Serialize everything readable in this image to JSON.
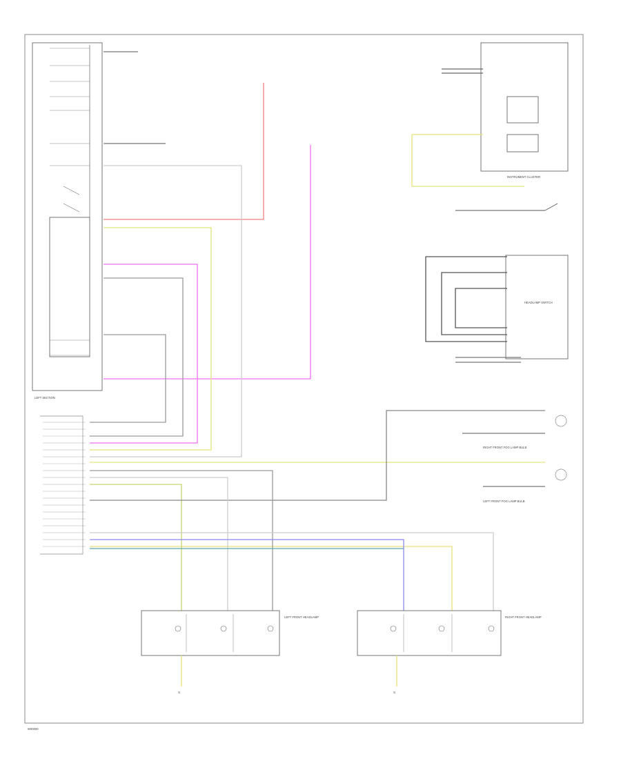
{
  "colors": {
    "red": "#f08080",
    "pink": "#f06ef0",
    "yellow": "#e6e27a",
    "gray": "#999999",
    "lightgray": "#cccccc",
    "blue": "#8a8af0",
    "teal": "#5aa7a7",
    "dark": "#555555",
    "black": "#333333"
  },
  "labels": {
    "left_section": "LEFT SECTION",
    "instrument_cluster": "INSTRUMENT CLUSTER",
    "left_front_headlamp": "LEFT FRONT HEADLAMP",
    "right_front_headlamp": "RIGHT FRONT HEADLAMP",
    "headlamp_switch": "HEADLAMP SWITCH",
    "right_front_fog_lamp_bulb": "RIGHT FRONT FOG LAMP BULB",
    "left_front_fog_lamp_bulb": "LEFT FRONT FOG LAMP BULB",
    "ground": "G",
    "footer_code": "W00000"
  }
}
